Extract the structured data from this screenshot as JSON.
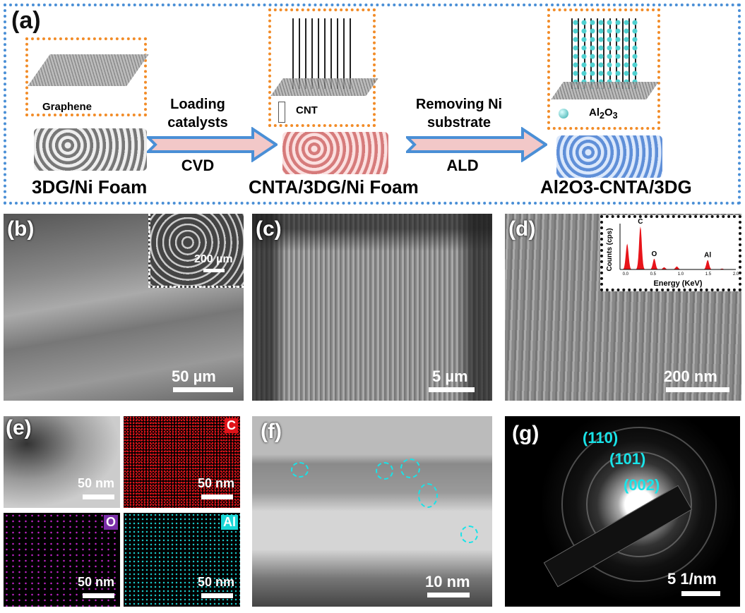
{
  "panel_a": {
    "label": "(a)",
    "graphene": "Graphene",
    "cnt": "CNT",
    "al2o3": "Al",
    "al2o3_sub": "2",
    "al2o3_o": "O",
    "al2o3_sub2": "3",
    "step1_top": "Loading catalysts",
    "step1_bottom": "CVD",
    "step2_top": "Removing Ni substrate",
    "step2_bottom": "ALD",
    "stage1": "3DG/Ni Foam",
    "stage2": "CNTA/3DG/Ni Foam",
    "stage3": "Al2O3-CNTA/3DG",
    "colors": {
      "outer": "#4a8fd6",
      "inset": "#f28c28",
      "foam1": "#9a9a9a",
      "foam2": "#e08c8c",
      "foam3": "#5f8fd8"
    }
  },
  "panel_b": {
    "label": "(b)",
    "scale": "50 µm",
    "inset_scale": "200 µm"
  },
  "panel_c": {
    "label": "(c)",
    "scale": "5 µm"
  },
  "panel_d": {
    "label": "(d)",
    "scale": "200 nm"
  },
  "panel_e": {
    "label": "(e)",
    "scale": "50 nm",
    "maps": [
      {
        "tag": "C",
        "color": "#e0141a"
      },
      {
        "tag": "O",
        "color": "#7a2ea8"
      },
      {
        "tag": "Al",
        "color": "#19d6d6"
      }
    ],
    "scale_c": "50 nm",
    "scale_o": "50 nm",
    "scale_al": "50 nm"
  },
  "panel_f": {
    "label": "(f)",
    "scale": "10 nm"
  },
  "panel_g": {
    "label": "(g)",
    "scale": "5 1/nm",
    "rings": [
      "(110)",
      "(101)",
      "(002)"
    ]
  },
  "chart_data": {
    "type": "area",
    "title": "",
    "xlabel": "Energy (KeV)",
    "ylabel": "Counts (cps)",
    "xlim": [
      -0.1,
      2.0
    ],
    "xticks": [
      "0.0",
      "0.5",
      "1.0",
      "1.5",
      "2.0"
    ],
    "peaks": [
      {
        "x": 0.03,
        "y": 0.6
      },
      {
        "x": 0.27,
        "y": 1.0,
        "label": "C"
      },
      {
        "x": 0.52,
        "y": 0.25,
        "label": "O"
      },
      {
        "x": 0.7,
        "y": 0.05
      },
      {
        "x": 0.93,
        "y": 0.07
      },
      {
        "x": 1.49,
        "y": 0.22,
        "label": "Al"
      },
      {
        "x": 1.75,
        "y": 0.02
      }
    ]
  }
}
